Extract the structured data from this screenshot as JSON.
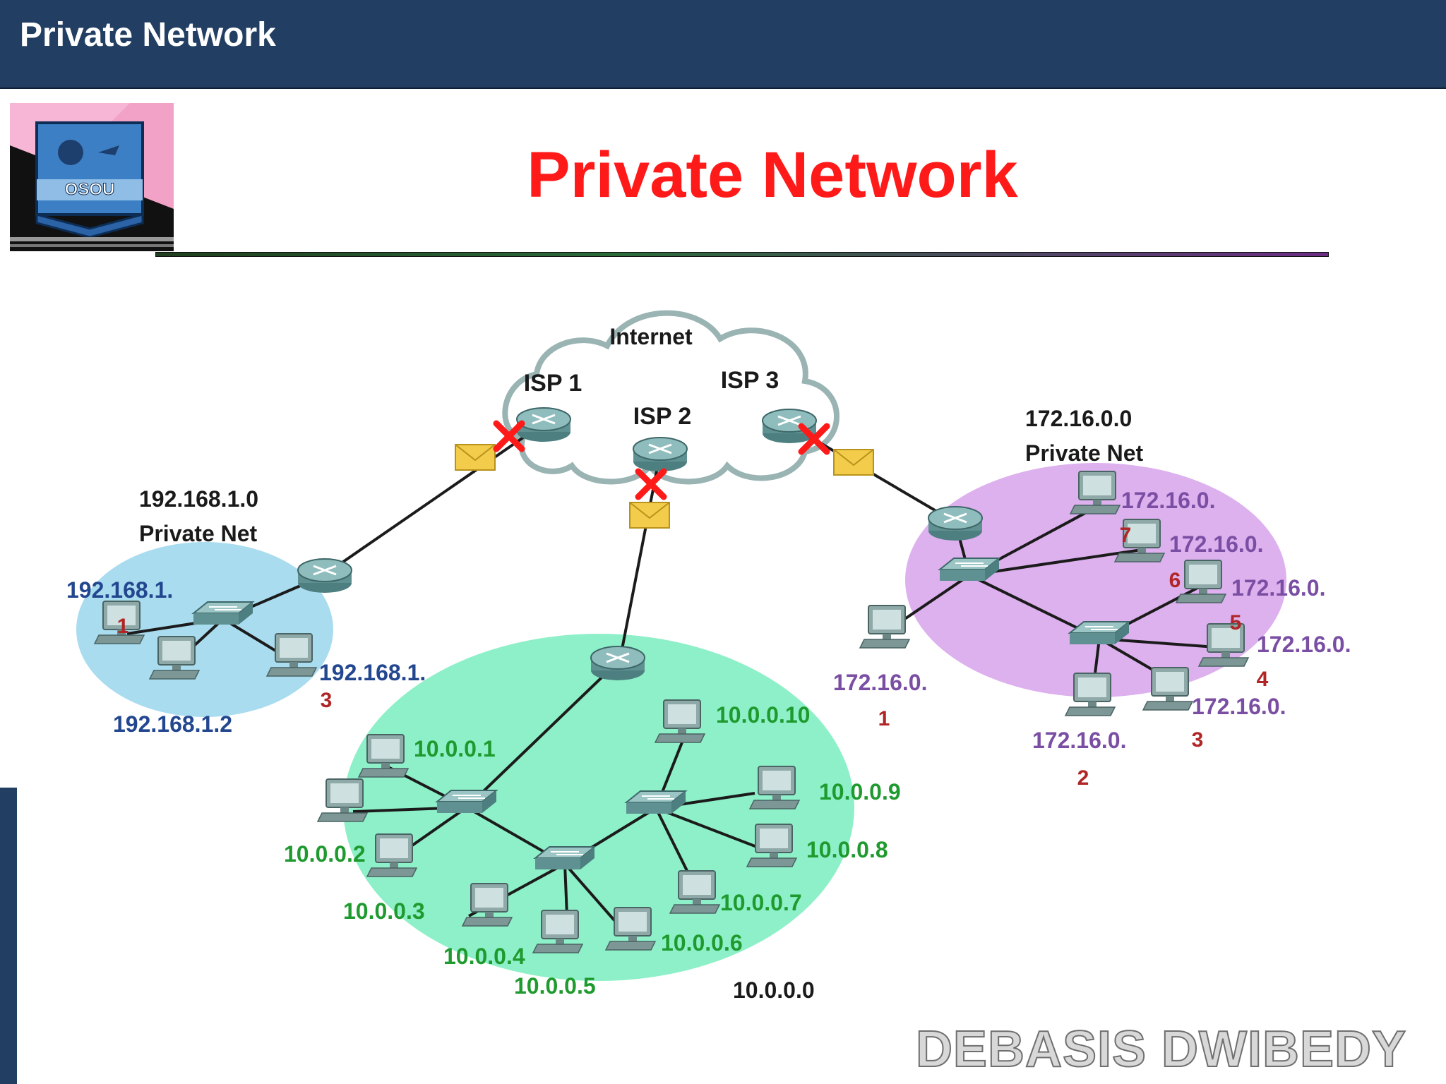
{
  "header": {
    "title": "Private Network"
  },
  "slide": {
    "title": "Private Network"
  },
  "logo": {
    "text": "OSOU"
  },
  "watermark": "DEBASIS DWIBEDY",
  "colors": {
    "header": "#223f63",
    "title": "#ff1a1a",
    "net_blue": "#a9dcef",
    "net_green": "#8ef0c8",
    "net_purple": "#ddb0ee",
    "blocked": "#ff1a1a",
    "label_blue": "#23478f",
    "label_green": "#1f9a2f",
    "label_purple": "#7a4ea3",
    "label_red": "#b02525"
  },
  "diagram": {
    "cloud_label": "Internet",
    "isps": [
      "ISP 1",
      "ISP 2",
      "ISP 3"
    ],
    "net_blue": {
      "title_line1": "192.168.1.0",
      "title_line2": "Private Net",
      "host1": "192.168.1.",
      "host1_num": "1",
      "host2": "192.168.1.2",
      "host3": "192.168.1.",
      "host3_num": "3"
    },
    "net_green": {
      "title": "10.0.0.0",
      "hosts": [
        "10.0.0.1",
        "10.0.0.2",
        "10.0.0.3",
        "10.0.0.4",
        "10.0.0.5",
        "10.0.0.6",
        "10.0.0.7",
        "10.0.0.8",
        "10.0.0.9",
        "10.0.0.10"
      ]
    },
    "net_purple": {
      "title_line1": "172.16.0.0",
      "title_line2": "Private Net",
      "host_prefix": "172.16.0.",
      "host_nums": [
        "1",
        "2",
        "3",
        "4",
        "5",
        "6",
        "7"
      ]
    }
  }
}
